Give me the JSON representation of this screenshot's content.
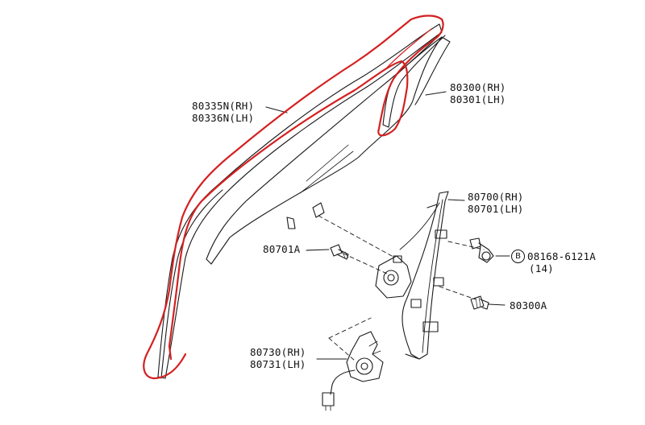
{
  "labels": {
    "sash_rh": "80335N(RH)",
    "sash_lh": "80336N(LH)",
    "glass_rh": "80300(RH)",
    "glass_lh": "80301(LH)",
    "regulator_rh": "80700(RH)",
    "regulator_lh": "80701(LH)",
    "bolt_80701a": "80701A",
    "bolt_mark": "B",
    "bolt_part": "08168-6121A",
    "bolt_qty": "(14)",
    "clip_80300a": "80300A",
    "motor_rh": "80730(RH)",
    "motor_lh": "80731(LH)"
  },
  "colors": {
    "line": "#1a1a1a",
    "highlight": "#d42020",
    "background": "#ffffff"
  }
}
